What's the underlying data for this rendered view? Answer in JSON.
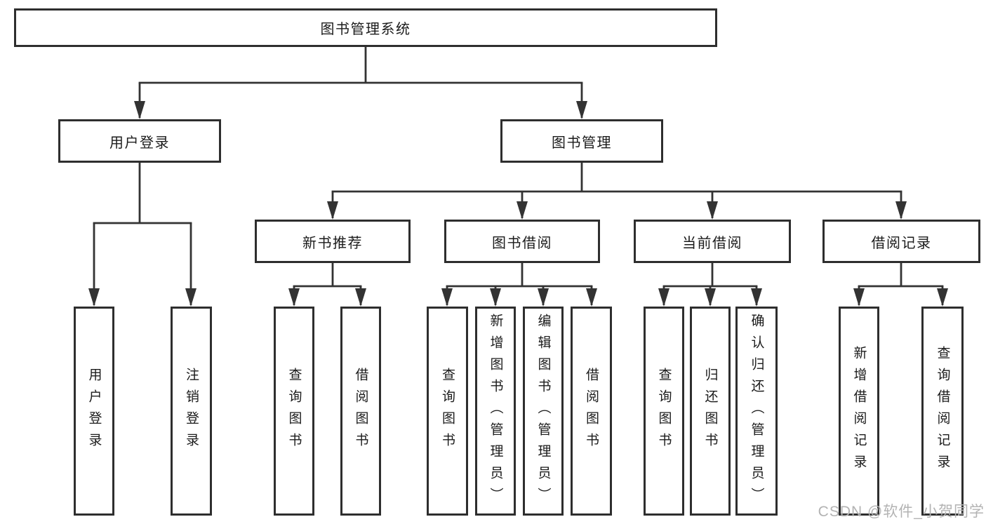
{
  "tree": {
    "root": {
      "label": "图书管理系统"
    },
    "branches": [
      {
        "label": "用户登录",
        "children": [
          {
            "label": "用户登录"
          },
          {
            "label": "注销登录"
          }
        ]
      },
      {
        "label": "图书管理",
        "children": [
          {
            "label": "新书推荐",
            "children": [
              {
                "label": "查询图书"
              },
              {
                "label": "借阅图书"
              }
            ]
          },
          {
            "label": "图书借阅",
            "children": [
              {
                "label": "查询图书"
              },
              {
                "label": "新增图书（管理员）"
              },
              {
                "label": "编辑图书（管理员）"
              },
              {
                "label": "借阅图书"
              }
            ]
          },
          {
            "label": "当前借阅",
            "children": [
              {
                "label": "查询图书"
              },
              {
                "label": "归还图书"
              },
              {
                "label": "确认归还（管理员）"
              }
            ]
          },
          {
            "label": "借阅记录",
            "children": [
              {
                "label": "新增借阅记录"
              },
              {
                "label": "查询借阅记录"
              }
            ]
          }
        ]
      }
    ]
  },
  "watermark": {
    "text": "CSDN @软件_小贺同学",
    "color": "#b3b3b3"
  },
  "colors": {
    "line": "#333333",
    "box_border": "#2e2e2e",
    "text": "#1b1b1b",
    "background": "#ffffff"
  }
}
